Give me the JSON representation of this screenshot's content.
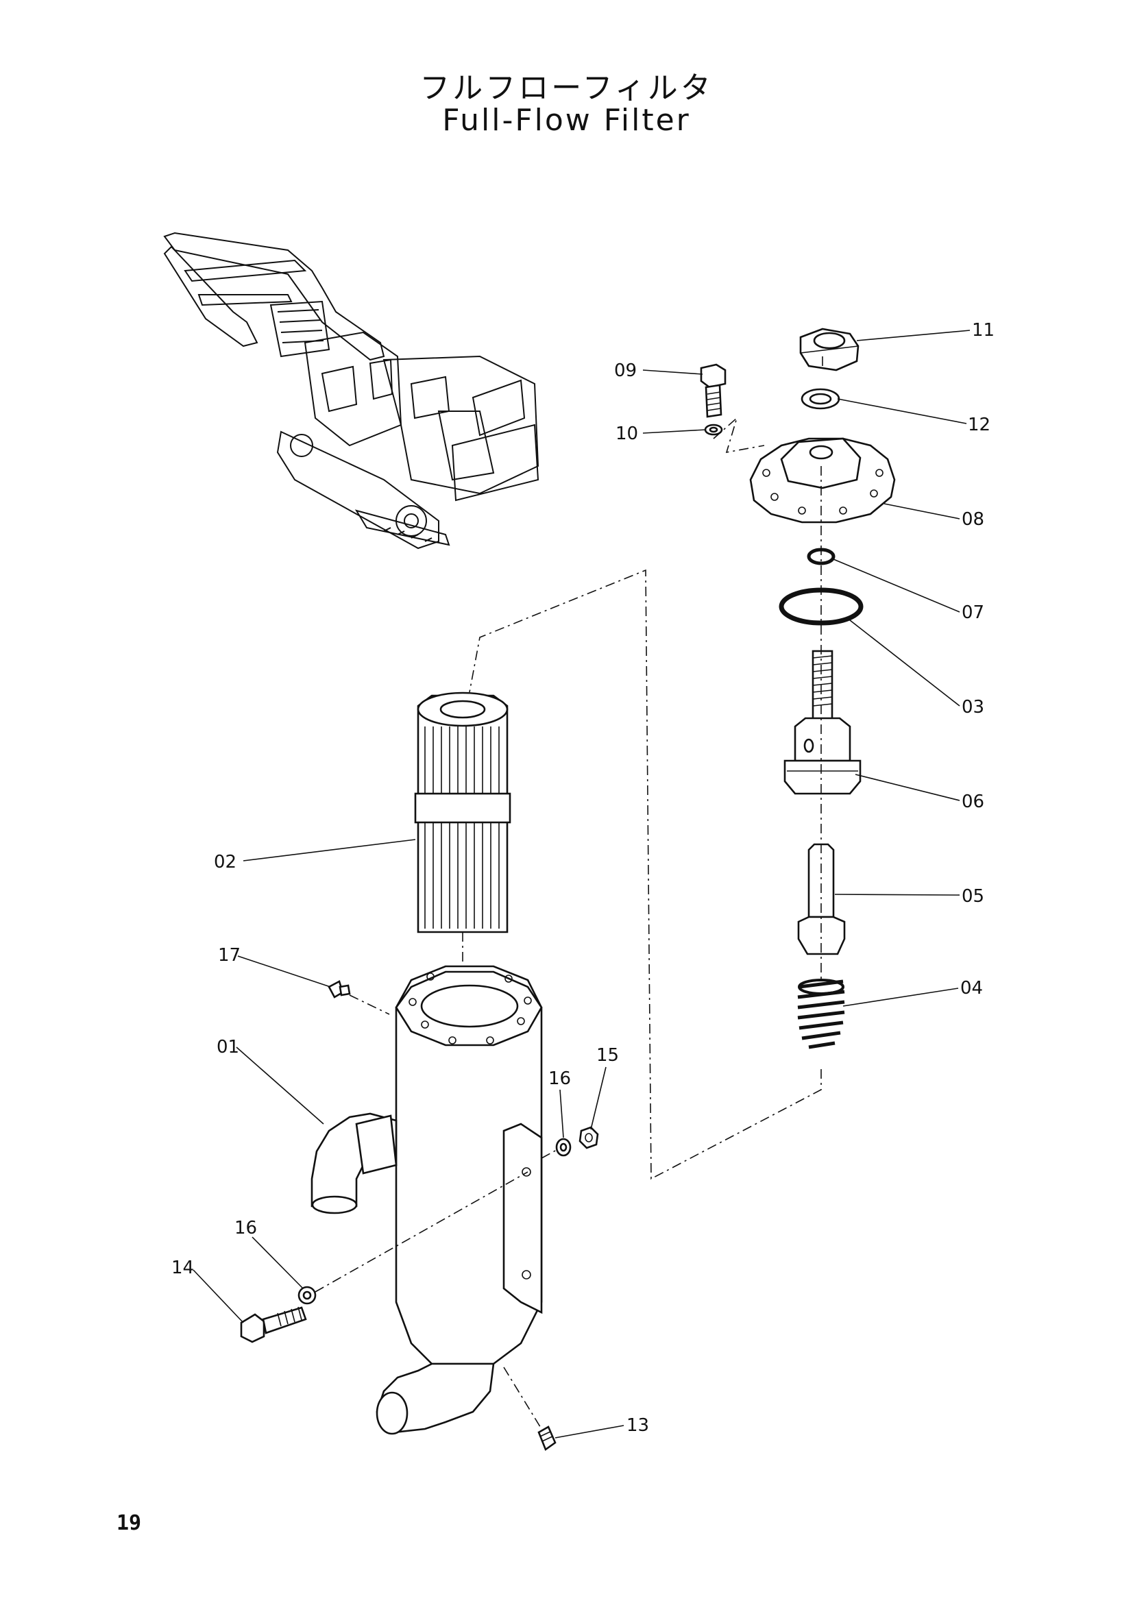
{
  "title_jp": "フルフローフィルタ",
  "title_en": "Full-Flow Filter",
  "page_number": "19",
  "callouts": {
    "p01": "01",
    "p02": "02",
    "p03": "03",
    "p04": "04",
    "p05": "05",
    "p06": "06",
    "p07": "07",
    "p08": "08",
    "p09": "09",
    "p10": "10",
    "p11": "11",
    "p12": "12",
    "p13": "13",
    "p14": "14",
    "p15": "15",
    "p16a": "16",
    "p16b": "16",
    "p17": "17"
  }
}
